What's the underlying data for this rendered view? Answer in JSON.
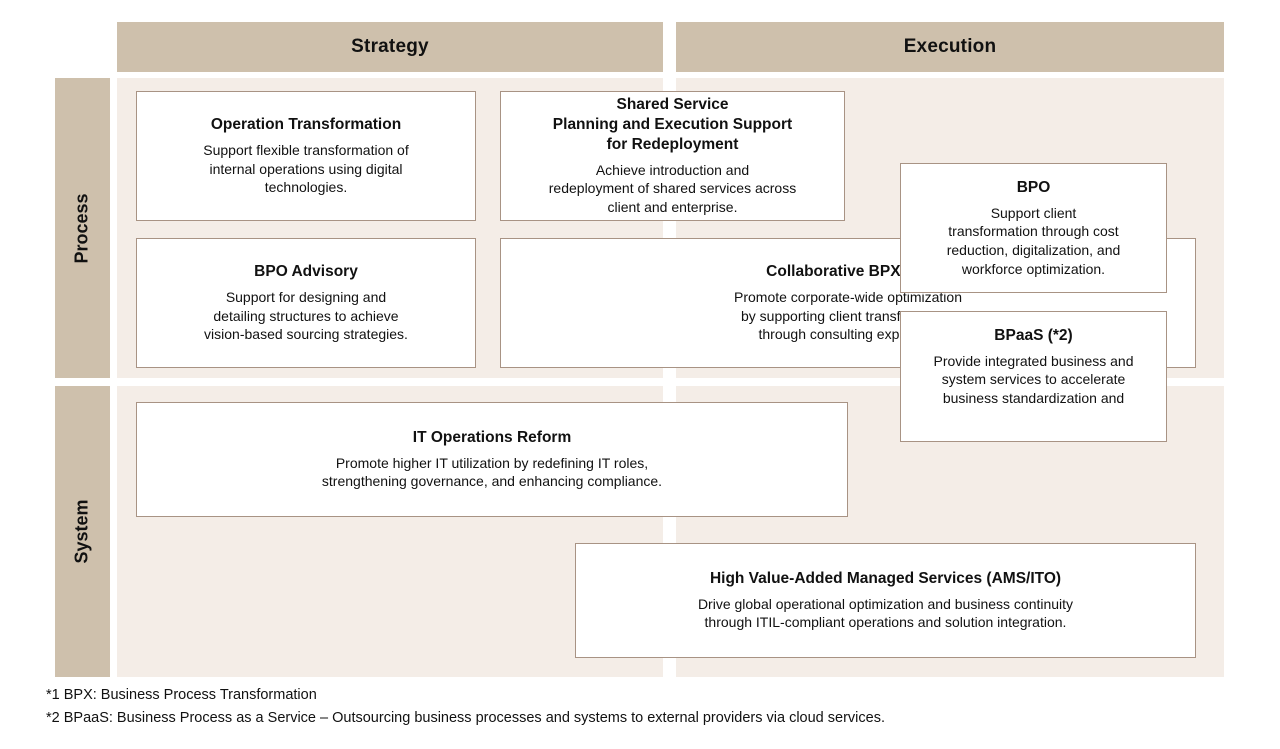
{
  "columns": [
    {
      "id": "strategy",
      "label": "Strategy"
    },
    {
      "id": "execution",
      "label": "Execution"
    }
  ],
  "rows": [
    {
      "id": "process",
      "label": "Process"
    },
    {
      "id": "system",
      "label": "System"
    }
  ],
  "colors": {
    "header_bar": "#CEC0AC",
    "row_label_bar": "#CEC0AC",
    "region_panel": "#F4EDE7",
    "card_background": "#FFFFFF",
    "card_border": "#A89384",
    "text": "#111111",
    "page_background": "#FFFFFF"
  },
  "cards": {
    "operation_transformation": {
      "title": "Operation Transformation",
      "desc": "Support flexible transformation of\ninternal operations using digital\ntechnologies."
    },
    "bpo_advisory": {
      "title": "BPO Advisory",
      "desc": "Support for designing and\ndetailing structures to achieve\nvision-based sourcing strategies."
    },
    "shared_service": {
      "title": "Shared Service\nPlanning and Execution Support\nfor Redeployment",
      "desc": "Achieve introduction and\nredeployment of shared services across\nclient and enterprise."
    },
    "collaborative_bpx": {
      "title": "Collaborative BPX (*1)",
      "desc": "Promote corporate-wide optimization\nby supporting client transformation\nthrough consulting expertise."
    },
    "bpo": {
      "title": "BPO",
      "desc": "Support client\ntransformation through cost\nreduction, digitalization, and\nworkforce optimization."
    },
    "bpaas": {
      "title": "BPaaS (*2)",
      "desc": "Provide integrated business and\nsystem services to accelerate\nbusiness standardization and"
    },
    "it_operations_reform": {
      "title": "IT Operations Reform",
      "desc": "Promote higher IT utilization by redefining IT roles,\nstrengthening governance, and enhancing compliance."
    },
    "high_value_ams": {
      "title": "High Value-Added Managed Services (AMS/ITO)",
      "desc": "Drive global operational optimization and business continuity\nthrough ITIL-compliant operations and solution integration."
    }
  },
  "footnotes": [
    "*1 BPX: Business Process Transformation",
    "*2 BPaaS: Business Process as a Service – Outsourcing business processes and systems to external providers via cloud services."
  ]
}
